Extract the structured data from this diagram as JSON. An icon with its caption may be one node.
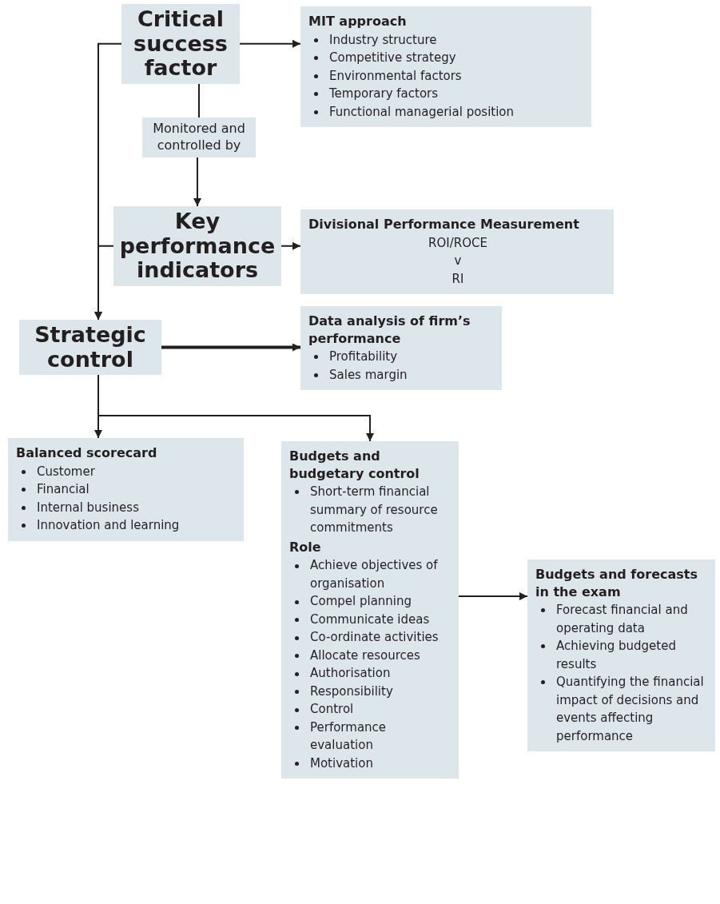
{
  "diagram": {
    "nodes": [
      {
        "text": [
          "Critical success factor"
        ]
      },
      {
        "text": [
          "MIT approach",
          "Industry structure",
          "Competitive strategy",
          "Environmental factors",
          "Temporary factors",
          "Functional managerial position"
        ]
      },
      {
        "text": [
          "Monitored and controlled by"
        ]
      },
      {
        "text": [
          "Key performance indicators"
        ]
      },
      {
        "text": [
          "Divisional Performance Measurement",
          "ROI/ROCE",
          "v",
          "RI"
        ]
      },
      {
        "text": [
          "Strategic control"
        ]
      },
      {
        "text": [
          "Data analysis of firm’s performance",
          "Profitability",
          "Sales margin"
        ]
      },
      {
        "text": [
          "Balanced scorecard",
          "Customer",
          "Financial",
          "Internal business",
          "Innovation and learning"
        ]
      },
      {
        "text": [
          "Budgets and budgetary control",
          "Short-term financial summary of resource commitments",
          "Role",
          "Achieve objectives of organisation",
          "Compel planning",
          "Communicate ideas",
          "Co-ordinate activities",
          "Allocate resources",
          "Authorisation",
          "Responsibility",
          "Control",
          "Performance evaluation",
          "Motivation"
        ]
      },
      {
        "text": [
          "Budgets and forecasts in the exam",
          "Forecast financial and operating data",
          "Achieving budgeted results",
          "Quantifying the financial impact of decisions and events affecting performance"
        ]
      }
    ],
    "edges": [
      {
        "from": 0,
        "to": 1,
        "arrow": "to"
      },
      {
        "from": 0,
        "to": 2,
        "arrow": "none"
      },
      {
        "from": 2,
        "to": 3,
        "arrow": "to"
      },
      {
        "from": 3,
        "to": 4,
        "arrow": "to"
      },
      {
        "from": 0,
        "to": 5,
        "arrow": "to"
      },
      {
        "from": 3,
        "to": 5,
        "arrow": "to"
      },
      {
        "from": 5,
        "to": 6,
        "arrow": "to",
        "style": "thick"
      },
      {
        "from": 5,
        "to": 7,
        "arrow": "to"
      },
      {
        "from": 5,
        "to": 8,
        "arrow": "to"
      },
      {
        "from": 8,
        "to": 9,
        "arrow": "to"
      }
    ]
  }
}
